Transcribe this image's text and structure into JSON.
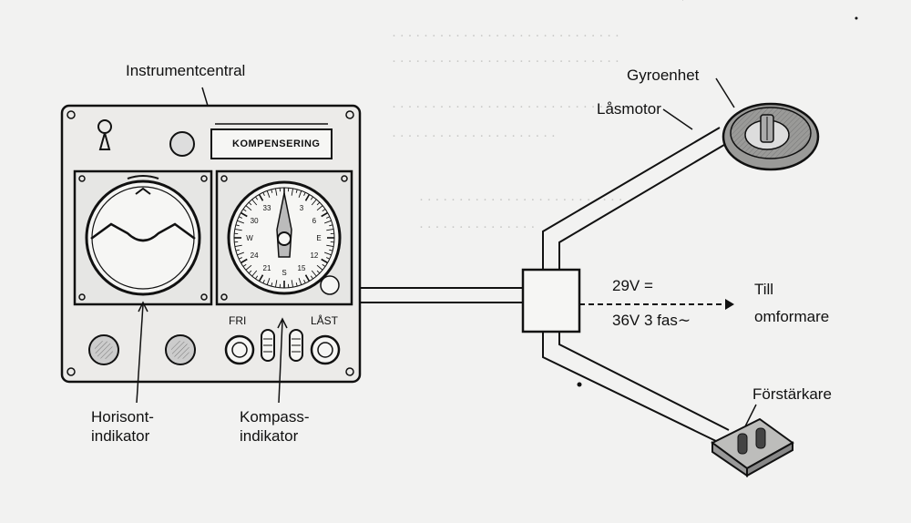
{
  "labels": {
    "instrumentcentral": "Instrumentcentral",
    "kompensering": "KOMPENSERING",
    "gyroenhet": "Gyroenhet",
    "lasmotor": "Låsmotor",
    "fri": "FRI",
    "last": "LÅST",
    "voltage_dc": "29V =",
    "voltage_ac": "36V 3 fas∼",
    "till": "Till",
    "omformare": "omformare",
    "forstarkare": "Förstärkare",
    "horisont_line1": "Horisont-",
    "horisont_line2": "indikator",
    "kompass_line1": "Kompass-",
    "kompass_line2": "indikator"
  },
  "compass_dial": {
    "ticks": [
      "33",
      "30",
      "W",
      "24",
      "21",
      "S",
      "15",
      "12",
      "E",
      "6",
      "3"
    ]
  },
  "colors": {
    "ink": "#111111",
    "paper": "#f2f2f1",
    "panel_fill": "#e6e6e4",
    "ghost_text": "#c8c8c6"
  }
}
